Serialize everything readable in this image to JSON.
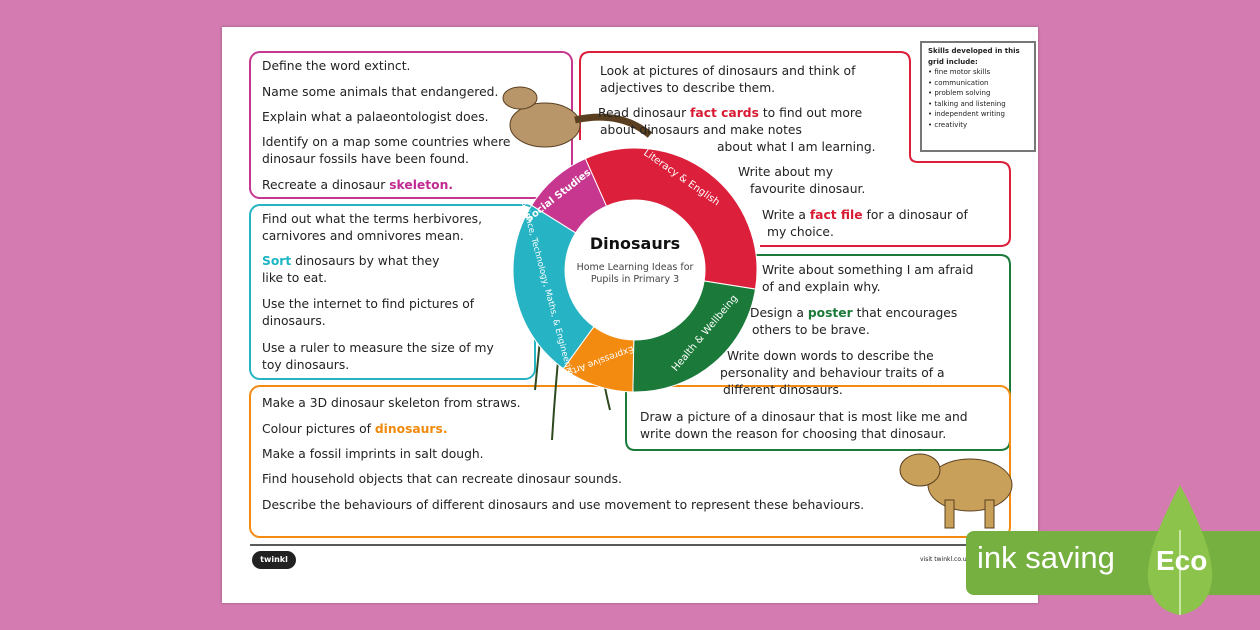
{
  "colors": {
    "social": "#c7368f",
    "literacy": "#dc1f3a",
    "health": "#1b7a3a",
    "expressive": "#f38b10",
    "stem": "#26b3c3",
    "background": "#d47cb1",
    "eco": "#76b041"
  },
  "center": {
    "title": "Dinosaurs",
    "subtitle": "Home Learning Ideas for Pupils in Primary 3"
  },
  "segments": {
    "social": "Social Studies",
    "literacy": "Literacy & English",
    "health": "Health & Wellbeing",
    "expressive": "Expressive Arts",
    "stem": "Science, Technology, Maths, & Engineering"
  },
  "social_studies": {
    "l1": "Define the word extinct.",
    "l2": "Name some animals that endangered.",
    "l3": "Explain what a palaeontologist does.",
    "l4a": "Identify on a map some countries where",
    "l4b": "dinosaur fossils have been found.",
    "l5a": "Recreate a dinosaur ",
    "l5b": "skeleton."
  },
  "literacy": {
    "l1a": "Look at pictures of dinosaurs and think of",
    "l1b": "adjectives to describe them.",
    "l2a": "Read dinosaur ",
    "l2b": "fact cards",
    "l2c": " to find out more",
    "l2d": "about dinosaurs and make notes",
    "l2e": "about what I am learning.",
    "l3a": "Write about my",
    "l3b": "favourite  dinosaur.",
    "l4a": "Write a ",
    "l4b": "fact file",
    "l4c": " for a dinosaur of",
    "l4d": "my choice."
  },
  "stem": {
    "l1a": "Find out what the terms herbivores,",
    "l1b": "carnivores and omnivores mean.",
    "l2a": "Sort",
    "l2b": " dinosaurs by what they",
    "l2c": "like to eat.",
    "l3a": "Use the internet to find pictures of",
    "l3b": "dinosaurs.",
    "l4a": "Use a ruler to measure the size of my",
    "l4b": "toy dinosaurs."
  },
  "health": {
    "l1a": "Write about something I am afraid",
    "l1b": "of and explain why.",
    "l2a": "Design a ",
    "l2b": "poster",
    "l2c": " that encourages",
    "l2d": "others to be brave.",
    "l3a": "Write down words to describe the",
    "l3b": "personality and behaviour traits of a",
    "l3c": "different dinosaurs.",
    "l4a": "Draw a picture of a dinosaur that is most like me and",
    "l4b": "write down the reason for choosing that dinosaur."
  },
  "expressive": {
    "l1": "Make a 3D dinosaur skeleton from straws.",
    "l2a": "Colour pictures of ",
    "l2b": "dinosaurs.",
    "l3": "Make a fossil imprints in salt dough.",
    "l4": "Find household objects that can recreate dinosaur sounds.",
    "l5": "Describe the behaviours of different dinosaurs and use movement to represent these behaviours."
  },
  "skills": {
    "heading": "Skills developed in this grid include:",
    "items": [
      "fine motor skills",
      "communication",
      "problem solving",
      "talking and listening",
      "independent writing",
      "creativity"
    ]
  },
  "footer": {
    "logo": "twinkl",
    "visit": "visit twinkl.co.uk"
  },
  "badge": {
    "text": "ink saving",
    "eco": "Eco"
  }
}
